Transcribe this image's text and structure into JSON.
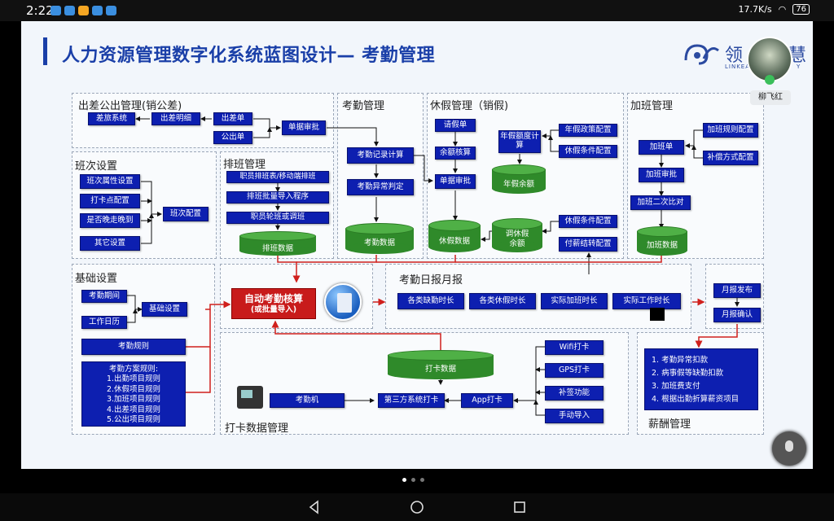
{
  "status": {
    "time": "2:22",
    "speed": "17.7K/s",
    "battery": "76"
  },
  "slide": {
    "title": "人力资源管理数字化系统蓝图设计— 考勤管理",
    "logo": {
      "brand": "领",
      "brand2": "慧",
      "sub": "LINKEA",
      "sub2": "Y"
    }
  },
  "panels": {
    "travel": "出差公出管理(销公差)",
    "shift_setting": "班次设置",
    "scheduling": "排班管理",
    "attendance": "考勤管理",
    "leave": "休假管理（销假)",
    "overtime": "加班管理",
    "basic": "基础设置",
    "daily_monthly": "考勤日报月报",
    "punch_data_mgmt": "打卡数据管理",
    "payroll": "薪酬管理"
  },
  "boxes": {
    "travel_system": "差旅系统",
    "travel_detail": "出差明细",
    "trip_form": "出差单",
    "public_form": "公出单",
    "form_approval": "单据审批",
    "shift_attr": "班次属性设置",
    "punch_point": "打卡点配置",
    "late_checkin": "是否晚走晚到",
    "other_settings": "其它设置",
    "shift_config": "班次配置",
    "schedule_mobile": "职员排班表/移动端排班",
    "schedule_import": "排班批量导入程序",
    "shift_swap": "职员轮班或调班",
    "attendance_calc": "考勤记录计算",
    "attendance_abnormal": "考勤异常判定",
    "leave_form": "请假单",
    "balance_check": "余额核算",
    "leave_approval": "单据审批",
    "annual_quota": "年假额度计算",
    "annual_policy": "年假政策配置",
    "leave_condition": "休假条件配置",
    "leave_condition2": "休假条件配置",
    "pay_settlement": "付薪结转配置",
    "ot_form": "加班单",
    "ot_approval": "加班审批",
    "ot_compare": "加班二次比对",
    "ot_rule": "加班规则配置",
    "comp_method": "补偿方式配置",
    "attendance_period": "考勤期间",
    "work_calendar": "工作日历",
    "basic_setting": "基础设置",
    "attendance_rule": "考勤规则",
    "leave_hours": "各类缺勤时长",
    "leave_hours2": "各类休假时长",
    "actual_ot": "实际加班时长",
    "actual_work": "实际工作时长",
    "monthly_publish": "月报发布",
    "monthly_confirm": "月报确认",
    "wifi_punch": "Wifi打卡",
    "gps_punch": "GPS打卡",
    "supplement": "补签功能",
    "manual_import": "手动导入",
    "time_clock": "考勤机",
    "third_party": "第三方系统打卡",
    "app_punch": "App打卡"
  },
  "cylinders": {
    "schedule_data": "排班数据",
    "attendance_data": "考勤数据",
    "leave_data": "休假数据",
    "annual_balance": "年假余额",
    "comp_balance_1": "调休假",
    "comp_balance_2": "余额",
    "ot_data": "加班数据",
    "punch_data": "打卡数据"
  },
  "core": {
    "line1": "自动考勤核算",
    "line2": "(或批量导入)"
  },
  "rules_block": {
    "heading": "考勤方案规则:",
    "items": [
      "1.出勤项目规则",
      "2.休假项目规则",
      "3.加班项目规则",
      "4.出差项目规则",
      "5.公出项目规则"
    ]
  },
  "salary_block": {
    "items": [
      "1. 考勤异常扣款",
      "2. 病事假等缺勤扣款",
      "3. 加班费支付",
      "4. 根据出勤折算薪资项目"
    ]
  },
  "participant": {
    "name": "柳飞红"
  },
  "colors": {
    "box": "#0d1fb0",
    "cylinder": "#2f8a2a",
    "core": "#c81b1b",
    "title": "#1a3fa8",
    "arrow_red": "#d0201c"
  }
}
